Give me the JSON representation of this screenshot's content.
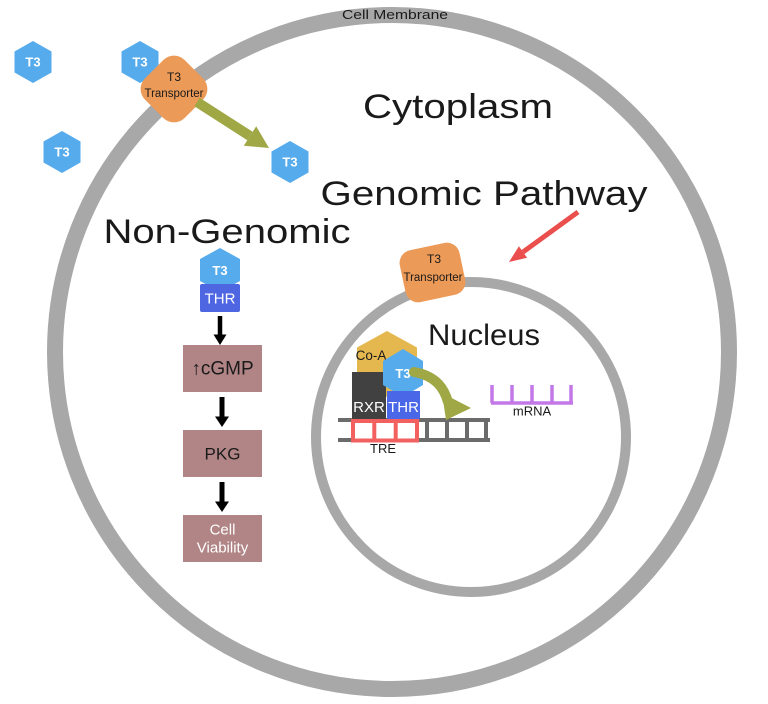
{
  "diagram": {
    "labels": {
      "cell_membrane": "Cell Membrane",
      "cytoplasm": "Cytoplasm",
      "genomic_pathway": "Genomic Pathway",
      "non_genomic": "Non-Genomic",
      "nucleus": "Nucleus"
    },
    "molecules": {
      "t3": "T3",
      "transporter_line1": "T3",
      "transporter_line2": "Transporter",
      "thr": "THR",
      "rxr": "RXR",
      "co_activator": "Co-A",
      "tre": "TRE",
      "mrna": "mRNA"
    },
    "non_genomic_steps": {
      "cgmp": "↑cGMP",
      "pkg": "PKG",
      "cell_viability_line1": "Cell",
      "cell_viability_line2": "Viability"
    },
    "colors": {
      "membrane_gray": "#a8a8a8",
      "t3_blue": "#55abec",
      "transporter_orange": "#ec9a57",
      "arrow_olive": "#9fa845",
      "arrow_red": "#ea4f4d",
      "receptor_blue": "#4f66e3",
      "nuclear_thr_blue": "#4a67e8",
      "rxr_dark": "#414141",
      "coactivator_gold": "#e5b84f",
      "tre_red": "#f26060",
      "mrna_purple": "#c478e8",
      "step_box_mauve": "#b18586",
      "dna_gray": "#6b6b6b"
    }
  }
}
